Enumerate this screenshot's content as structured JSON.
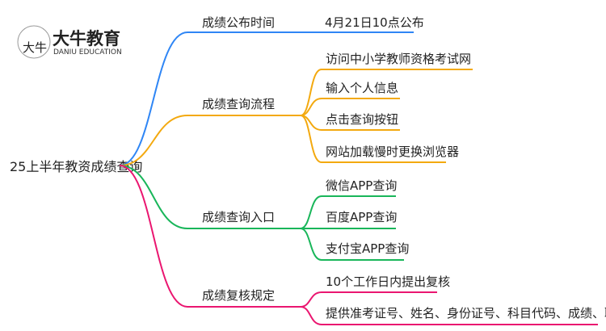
{
  "logo": {
    "name_cn": "大牛教育",
    "name_en": "DANIU EDUCATION",
    "mark": "大牛"
  },
  "root": "25上半年教资成绩查询",
  "colors": {
    "blue": "#2f86f5",
    "orange": "#f3a90f",
    "green": "#19b65a",
    "pink": "#ea1670"
  },
  "branches": [
    {
      "label": "成绩公布时间",
      "children": [
        "4月21日10点公布"
      ]
    },
    {
      "label": "成绩查询流程",
      "children": [
        "访问中小学教师资格考试网",
        "输入个人信息",
        "点击查询按钮",
        "网站加载慢时更换浏览器"
      ]
    },
    {
      "label": "成绩查询入口",
      "children": [
        "微信APP查询",
        "百度APP查询",
        "支付宝APP查询"
      ]
    },
    {
      "label": "成绩复核规定",
      "children": [
        "10个工作日内提出复核",
        "提供准考证号、姓名、身份证号、科目代码、成绩、联系电话"
      ]
    }
  ]
}
